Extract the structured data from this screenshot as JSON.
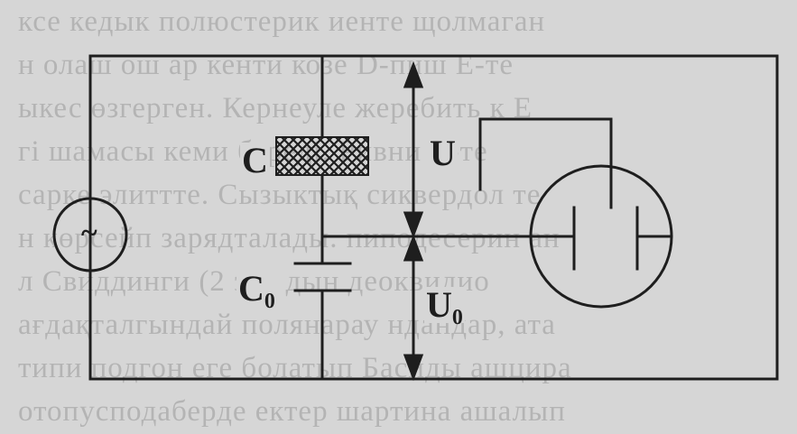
{
  "background_text": {
    "lines": [
      "ксе кедык полюстерик иенте щолмаган",
      "н олаш ош ар кенти козе D-пиш E-те",
      "ыкес өзгерген. Кернеуле жеребить к Е",
      "гі шамасы кеми береді. Ривни Е-те",
      "сарке элиттте. Сызыктық сиквердол те",
      "н көрсейп зарядталады. пиподесерин ан",
      "л Свиддинги (2 энг дын деоквидио",
      "ағдақталгындай полянарау ндандар, ата",
      "типи подгон еге болатып Басиды ашцира",
      "отопусподаберде ектер шартина ашалып"
    ]
  },
  "labels": {
    "C": "C",
    "C0": "C₀",
    "U": "U",
    "U0": "U₀",
    "source_symbol": "~"
  },
  "colors": {
    "ink": "#1e1e1e",
    "paper": "#d6d6d6",
    "faded_text": "#9a9a9a"
  }
}
